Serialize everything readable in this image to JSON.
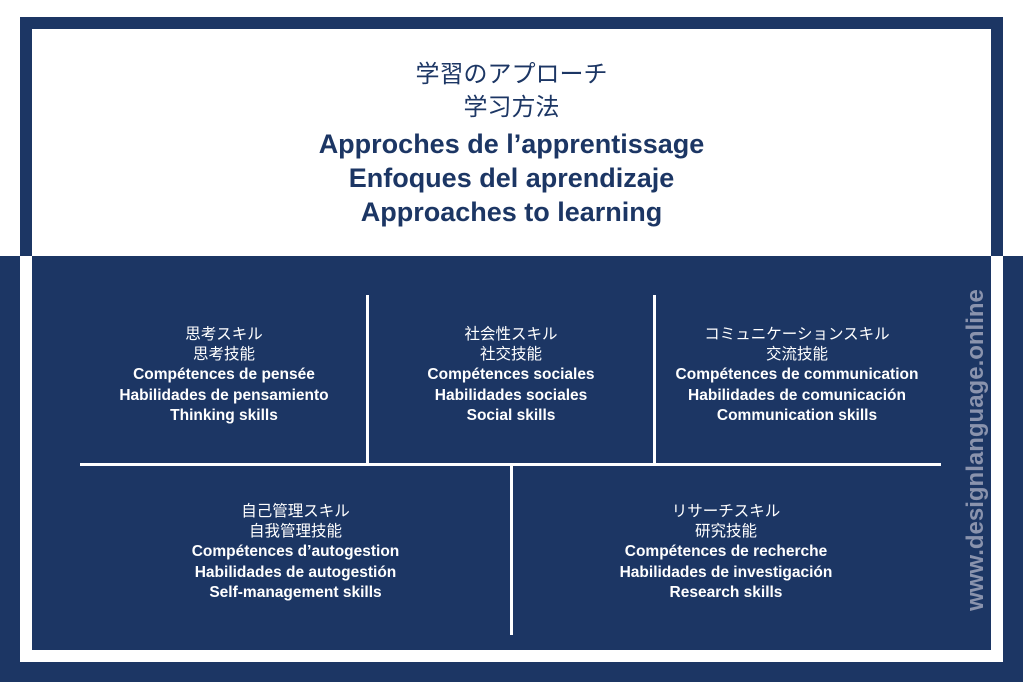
{
  "title": {
    "jp": "学習のアプローチ",
    "zh": "学习方法",
    "fr": "Approches de l’apprentissage",
    "es": "Enfoques del aprendizaje",
    "en": "Approaches to learning"
  },
  "cells": [
    {
      "jp": "思考スキル",
      "zh": "思考技能",
      "fr": "Compétences de pensée",
      "es": "Habilidades de pensamiento",
      "en": "Thinking skills"
    },
    {
      "jp": "社会性スキル",
      "zh": "社交技能",
      "fr": "Compétences sociales",
      "es": "Habilidades sociales",
      "en": "Social skills"
    },
    {
      "jp": "コミュニケーションスキル",
      "zh": "交流技能",
      "fr": "Compétences de communication",
      "es": "Habilidades de comunicación",
      "en": "Communication skills"
    },
    {
      "jp": "自己管理スキル",
      "zh": "自我管理技能",
      "fr": "Compétences d’autogestion",
      "es": "Habilidades de autogestión",
      "en": "Self-management skills"
    },
    {
      "jp": "リサーチスキル",
      "zh": "研究技能",
      "fr": "Compétences de recherche",
      "es": "Habilidades de investigación",
      "en": "Research skills"
    }
  ],
  "watermark": "www.designlanguage.online",
  "colors": {
    "navy": "#1c3664",
    "watermark": "#8a93ad"
  }
}
